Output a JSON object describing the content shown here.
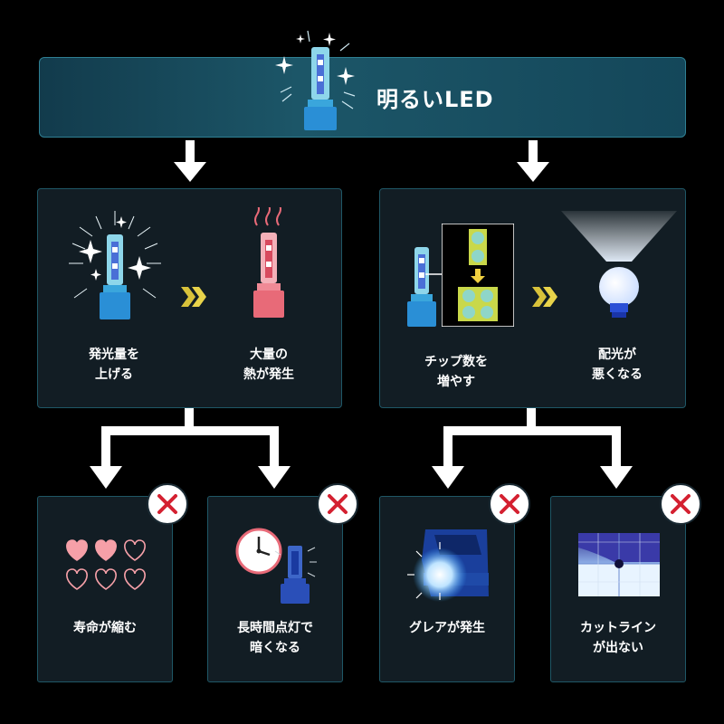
{
  "header": {
    "title": "明るいLED"
  },
  "left_panel": {
    "step1_line1": "発光量を",
    "step1_line2": "上げる",
    "step2_line1": "大量の",
    "step2_line2": "熱が発生"
  },
  "right_panel": {
    "step1_line1": "チップ数を",
    "step1_line2": "増やす",
    "step2_line1": "配光が",
    "step2_line2": "悪くなる"
  },
  "results": [
    {
      "line1": "寿命が縮む",
      "line2": ""
    },
    {
      "line1": "長時間点灯で",
      "line2": "暗くなる"
    },
    {
      "line1": "グレアが発生",
      "line2": ""
    },
    {
      "line1": "カットライン",
      "line2": "が出ない"
    }
  ],
  "colors": {
    "accent_teal": "#2f7f92",
    "led_blue": "#2a8fd6",
    "led_red": "#e86a78",
    "cross_red": "#d42030",
    "chevron_yellow": "#d8c23a"
  }
}
